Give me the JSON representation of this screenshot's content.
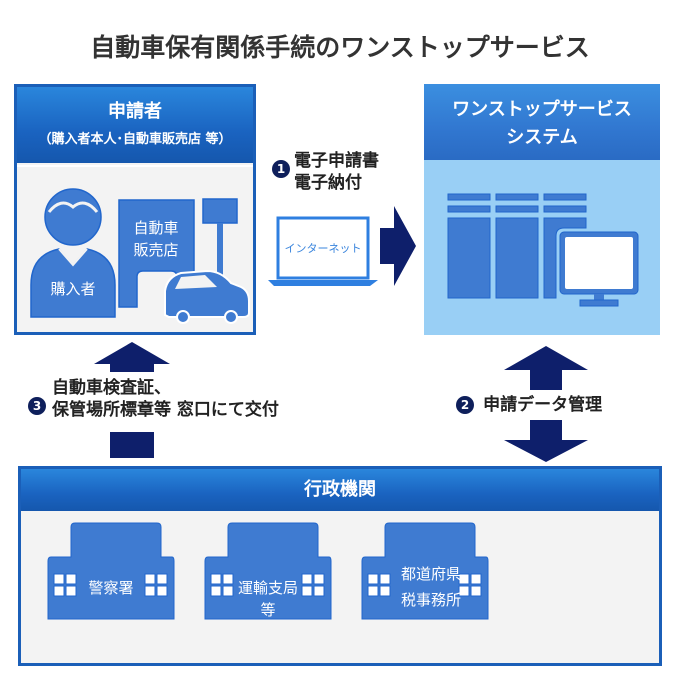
{
  "title": "自動車保有関係手続のワンストップサービス",
  "colors": {
    "header_blue": "#1a63c0",
    "panel_border": "#1b5fb8",
    "icon_blue": "#3f7bd1",
    "arrow_navy": "#0e1f6b",
    "system_bg": "#99cff5",
    "panel_bg": "#f3f3f3"
  },
  "applicant": {
    "heading": "申請者",
    "subheading": "（購入者本人･自動車販売店 等）",
    "person_label": "購入者",
    "dealer_label_line1": "自動車",
    "dealer_label_line2": "販売店",
    "icons": [
      "person-icon",
      "dealer-building-icon",
      "signpost-icon",
      "car-icon"
    ]
  },
  "step1": {
    "number": "1",
    "line1": "電子申請書",
    "line2": "電子納付",
    "laptop_label": "インターネット"
  },
  "system": {
    "heading_line1": "ワンストップサービス",
    "heading_line2": "システム",
    "icons": [
      "server-icon",
      "monitor-icon"
    ]
  },
  "step2": {
    "number": "2",
    "text": "申請データ管理"
  },
  "step3": {
    "number": "3",
    "line1": "自動車検査証、",
    "line2": "保管場所標章等 窓口にて交付"
  },
  "admin": {
    "heading": "行政機関",
    "buildings": [
      {
        "line1": "警察署",
        "line2": ""
      },
      {
        "line1": "運輸支局等",
        "line2": ""
      },
      {
        "line1": "都道府県",
        "line2": "税事務所"
      }
    ]
  }
}
